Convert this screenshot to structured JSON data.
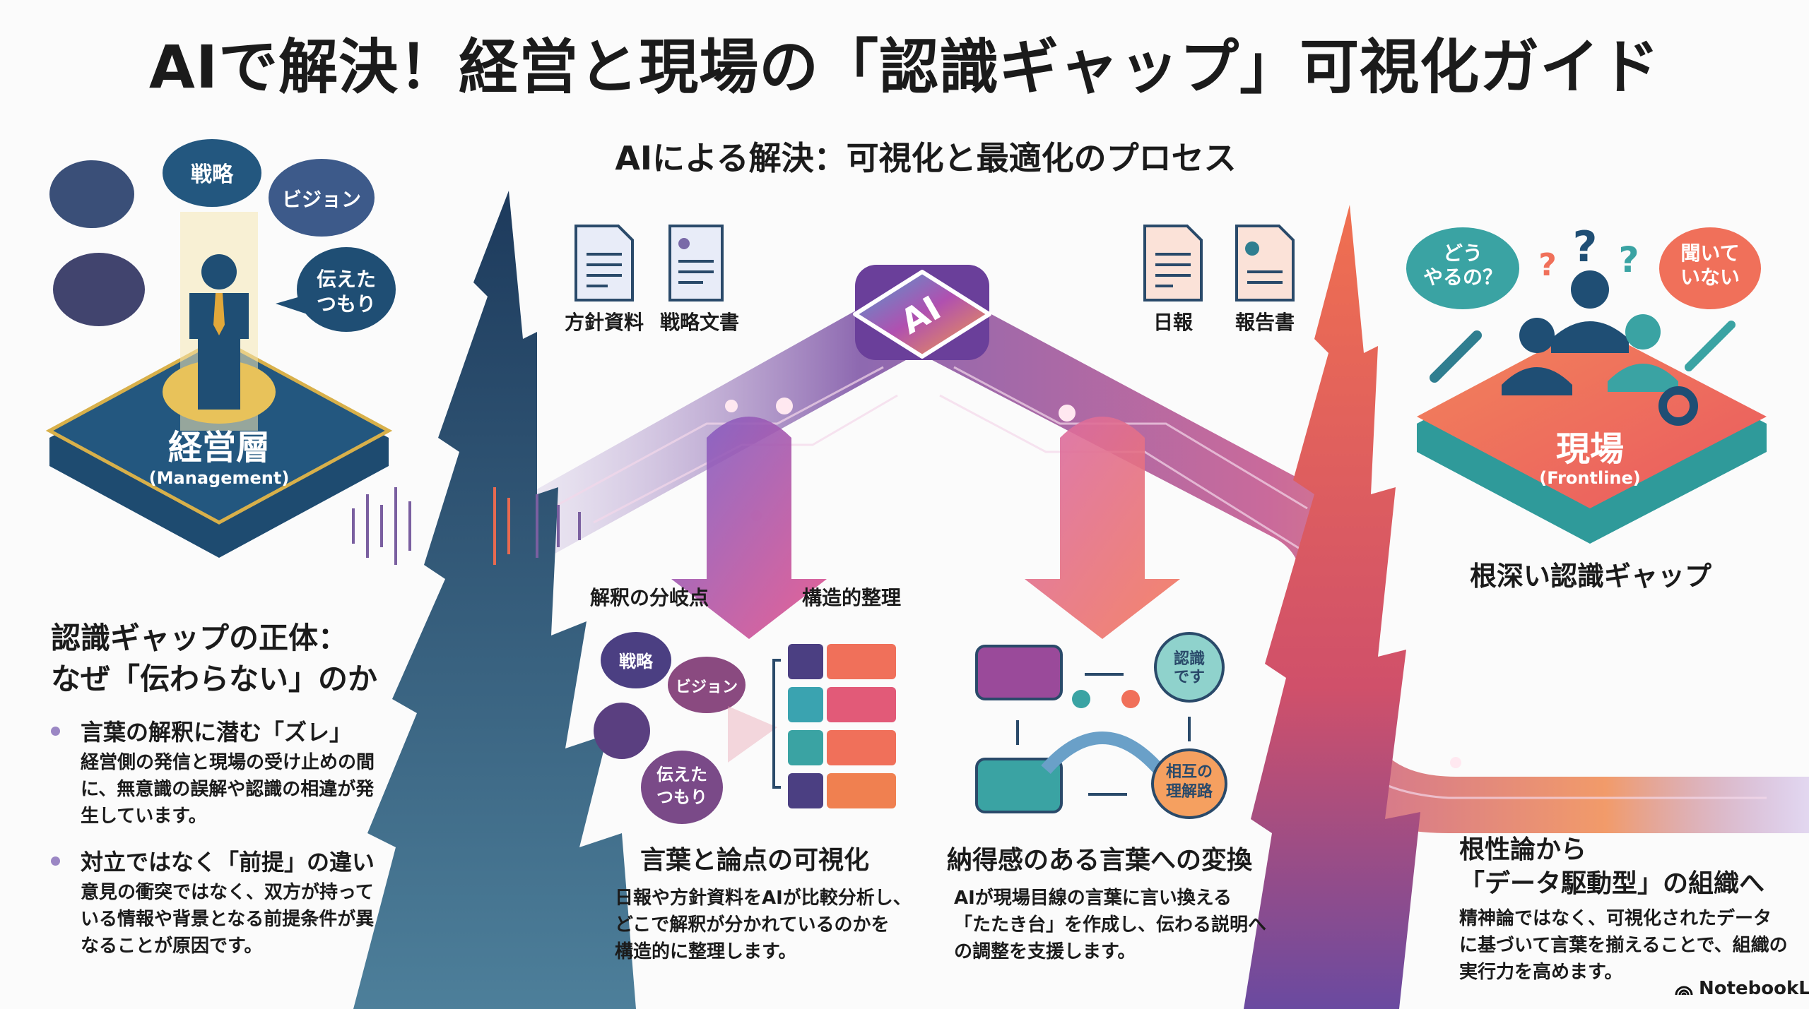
{
  "title": "AIで解決！経営と現場の「認識ギャップ」可視化ガイド",
  "subtitle": "AIによる解決：可視化と最適化のプロセス",
  "management": {
    "label": "経営層",
    "label_en": "(Management)",
    "clouds": [
      "戦略",
      "ビジョン"
    ],
    "bubble": [
      "伝えた",
      "つもり"
    ]
  },
  "frontline": {
    "label": "現場",
    "label_en": "(Frontline)",
    "bubble_left": [
      "どう",
      "やるの？"
    ],
    "bubble_right": [
      "聞いて",
      "いない"
    ],
    "caption": "根深い認識ギャップ"
  },
  "documents": {
    "left": [
      "方針資料",
      "戦略文書"
    ],
    "right": [
      "日報",
      "報告書"
    ]
  },
  "ai_chip": "AI",
  "flow_labels": {
    "branch": "解釈の分岐点",
    "structure": "構造的整理"
  },
  "mini_clouds": [
    "戦略",
    "ビジョン",
    "伝えた",
    "つもり"
  ],
  "bridge_bubbles": {
    "top": [
      "認識",
      "です"
    ],
    "bottom": [
      "相互の",
      "理解路"
    ]
  },
  "gap_section": {
    "heading": [
      "認識ギャップの正体：",
      "なぜ「伝わらない」のか"
    ],
    "bullets": [
      {
        "title": "言葉の解釈に潜む「ズレ」",
        "text": [
          "経営側の発信と現場の受け止めの間",
          "に、無意識の誤解や認識の相違が発",
          "生しています。"
        ]
      },
      {
        "title": "対立ではなく「前提」の違い",
        "text": [
          "意見の衝突ではなく、双方が持って",
          "いる情報や背景となる前提条件が異",
          "なることが原因です。"
        ]
      }
    ]
  },
  "visualize_section": {
    "title": "言葉と論点の可視化",
    "text": [
      "日報や方針資料をAIが比較分析し、",
      "どこで解釈が分かれているのかを",
      "構造的に整理します。"
    ]
  },
  "convert_section": {
    "title": "納得感のある言葉への変換",
    "text": [
      "AIが現場目線の言葉に言い換える",
      "「たたき台」を作成し、伝わる説明へ",
      "の調整を支援します。"
    ]
  },
  "data_section": {
    "title": [
      "根性論から",
      "「データ駆動型」の組織へ"
    ],
    "text": [
      "精神論ではなく、可視化されたデータ",
      "に基づいて言葉を揃えることで、組織の",
      "実行力を高めます。"
    ]
  },
  "brand": "NotebookLM",
  "colors": {
    "navy": "#1f4e74",
    "orange": "#f0705a",
    "purple": "#7a4fa3",
    "teal": "#3aa3a3",
    "gold": "#e2b74a"
  }
}
